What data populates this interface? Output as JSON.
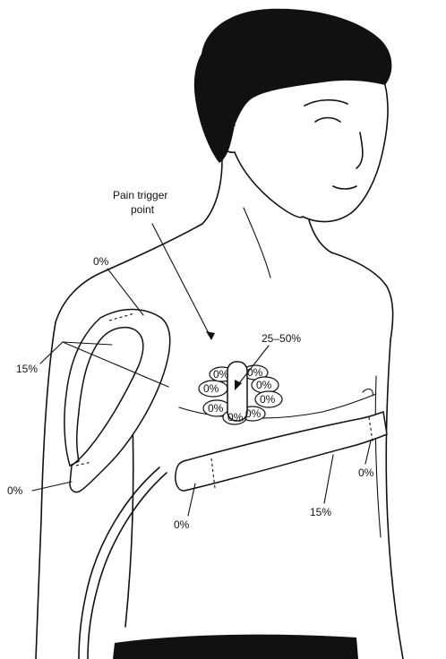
{
  "labels": {
    "trigger_line1": "Pain trigger",
    "trigger_line2": "point",
    "shoulder_top": "0%",
    "shoulder_side": "15%",
    "arm_bottom": "0%",
    "center": "25–50%",
    "petal_1": "0%",
    "petal_2": "0%",
    "petal_3": "0%",
    "petal_4": "0%",
    "petal_5": "0%",
    "petal_6": "0%",
    "petal_7": "0%",
    "petal_8": "0%",
    "strap_left": "0%",
    "strap_right": "0%",
    "strap_middle": "15%"
  }
}
